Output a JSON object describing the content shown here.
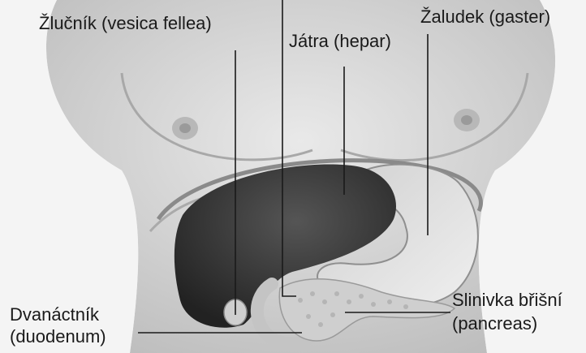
{
  "labels": {
    "gallbladder": "Žlučník (vesica fellea)",
    "liver": "Játra (hepar)",
    "stomach": "Žaludek (gaster)",
    "pancreas_line1": "Slinivka břišní",
    "pancreas_line2": "(pancreas)",
    "duodenum_line1": "Dvanáctník",
    "duodenum_line2": "(duodenum)"
  },
  "colors": {
    "background": "#f2f2f2",
    "skin": "#dcdcdc",
    "liver": "#3a3a3a",
    "stomach": "#e2e2e2",
    "pancreas": "#cfcfcf",
    "text": "#1a1a1a"
  }
}
